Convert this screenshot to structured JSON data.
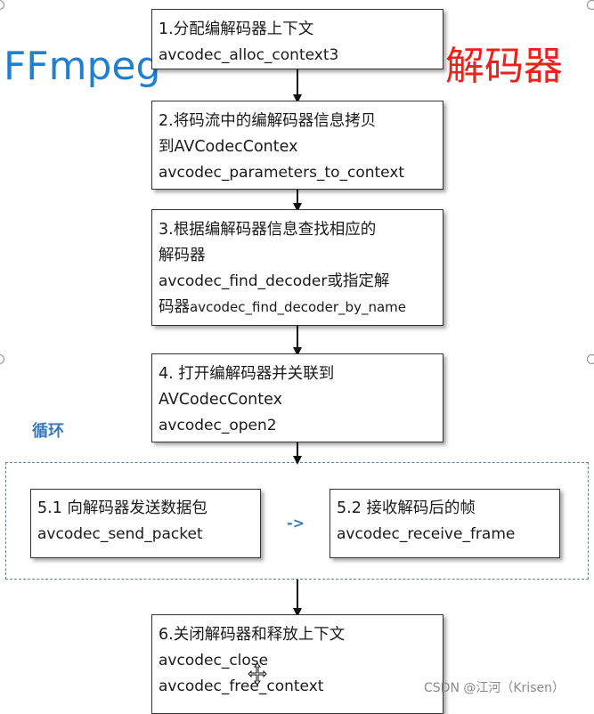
{
  "background_title": {
    "left_text": "FFmpeg",
    "right_text": "解码器",
    "left_color": "#1f7fd0",
    "right_color": "#e8231b"
  },
  "steps": {
    "step1": {
      "line1": "1.分配编解码器上下文",
      "line2": "avcodec_alloc_context3"
    },
    "step2": {
      "line1": "2.将码流中的编解码器信息拷贝",
      "line2": "到AVCodecContex",
      "line3": "avcodec_parameters_to_context"
    },
    "step3": {
      "line1": "3.根据编解码器信息查找相应的",
      "line2": "解码器",
      "line3a": "avcodec_find_decoder",
      "line3b": "或指定解",
      "line4a": "码器",
      "line4b": "avcodec_find_decoder_by_name"
    },
    "step4": {
      "line1": "4. 打开编解码器并关联到",
      "line2": "AVCodecContex",
      "line3": "avcodec_open2"
    },
    "step51": {
      "line1": "5.1 向解码器发送数据包",
      "line2": "avcodec_send_packet"
    },
    "step52": {
      "line1": "5.2 接收解码后的帧",
      "line2": "avcodec_receive_frame"
    },
    "step6": {
      "line1": "6.关闭解码器和释放上下文",
      "line2": "avcodec_close",
      "line3": "avcodec_free_context"
    }
  },
  "loop": {
    "label": "循环",
    "arrow_text": "->"
  },
  "watermark": "CSDN @江河（Krisen）",
  "colors": {
    "loop_label": "#3a78b8",
    "frame_border": "#6f7d8d"
  }
}
